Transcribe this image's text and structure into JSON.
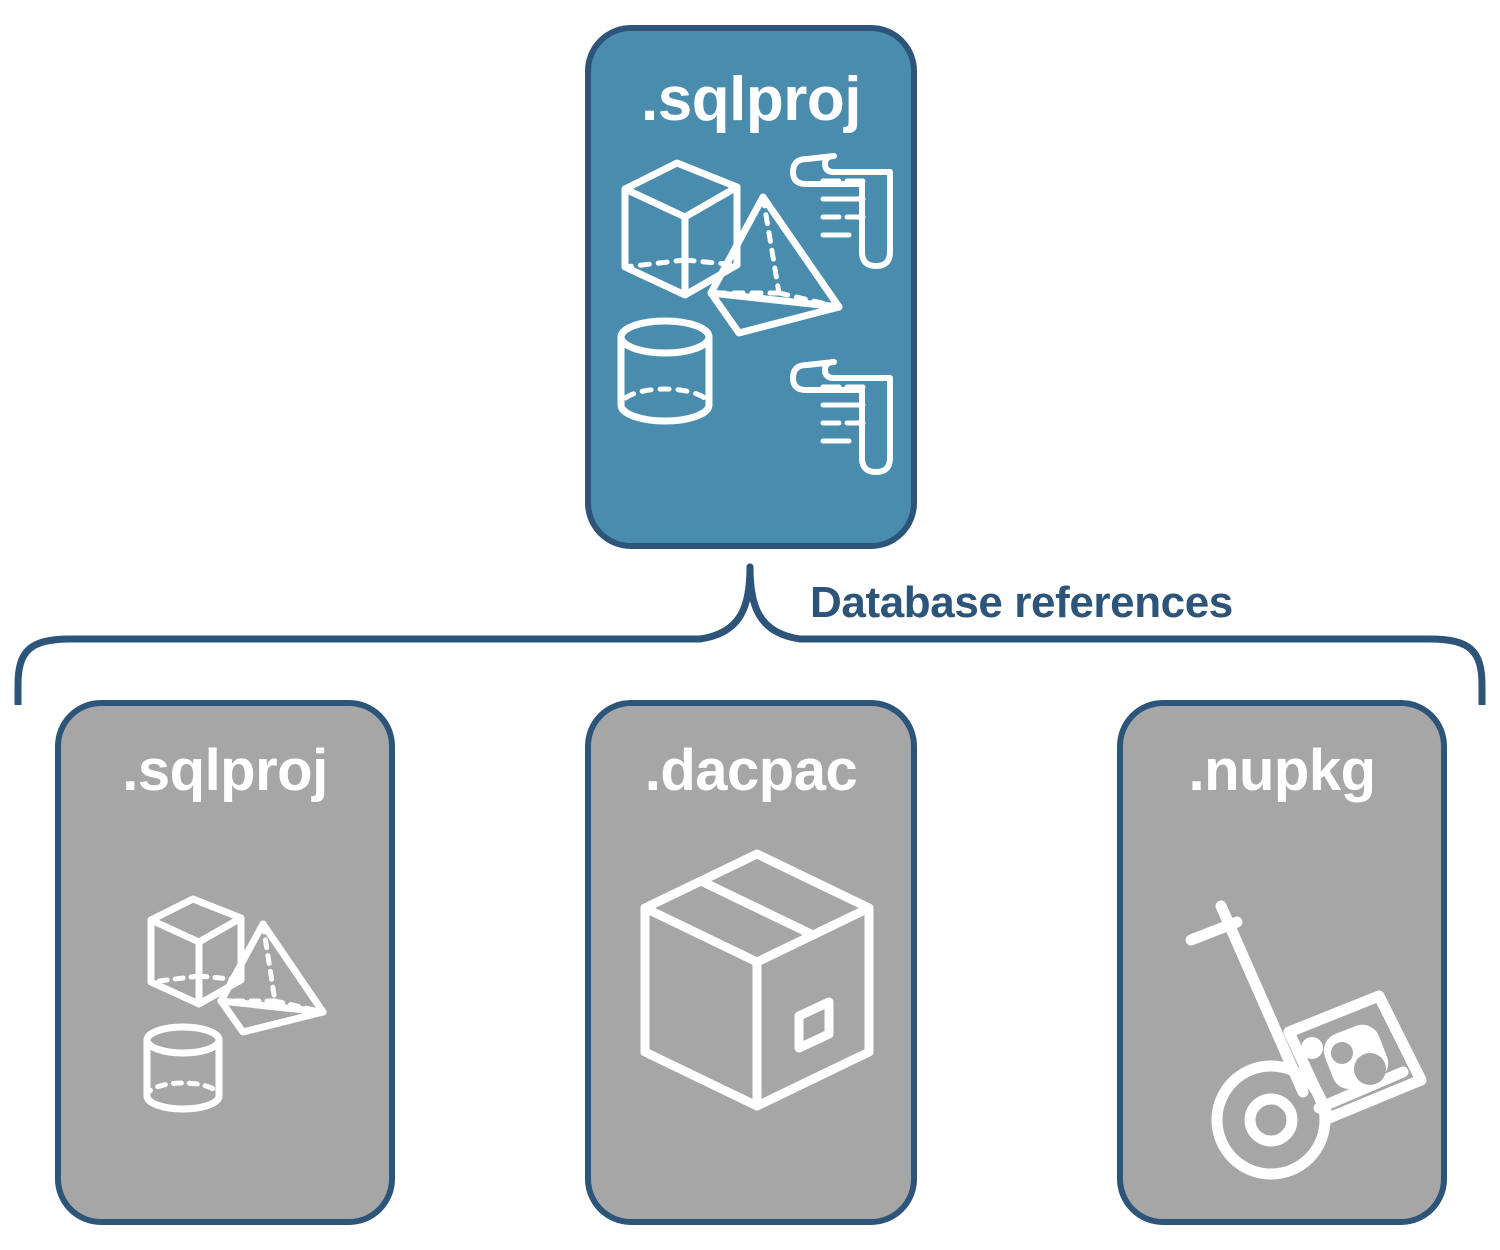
{
  "diagram": {
    "title": "Database references",
    "colors": {
      "primary_card": "#4A8CAD",
      "secondary_card": "#A6A6A6",
      "outline": "#2D5579",
      "icon": "#FFFFFF",
      "background": "#FFFFFF"
    }
  },
  "root": {
    "label": ".sqlproj",
    "icons": [
      "cube-wireframe-icon",
      "pyramid-wireframe-icon",
      "cylinder-wireframe-icon",
      "scroll-icon",
      "scroll-icon"
    ]
  },
  "connector": {
    "label": "Database references",
    "style": "curly-brace"
  },
  "references": [
    {
      "label": ".sqlproj",
      "icons": [
        "cube-wireframe-icon",
        "pyramid-wireframe-icon",
        "cylinder-wireframe-icon"
      ]
    },
    {
      "label": ".dacpac",
      "icons": [
        "shipping-box-icon"
      ]
    },
    {
      "label": ".nupkg",
      "icons": [
        "hand-truck-icon",
        "nuget-package-icon"
      ]
    }
  ]
}
